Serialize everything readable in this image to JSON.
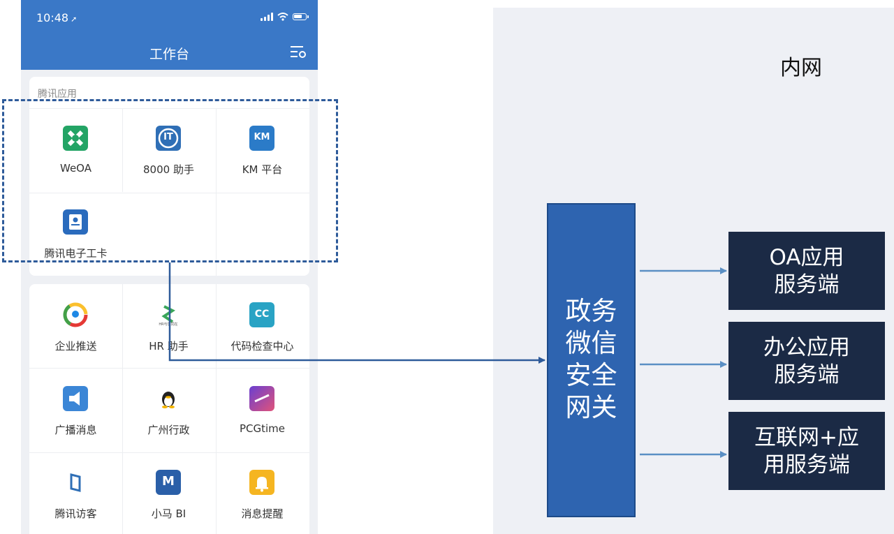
{
  "phone": {
    "status_time": "10:48",
    "title": "工作台",
    "section_title": "腾讯应用",
    "tencent_apps": [
      {
        "label": "WeOA",
        "icon": "weoa-icon"
      },
      {
        "label": "8000 助手",
        "icon": "it-helper-icon"
      },
      {
        "label": "KM 平台",
        "icon": "km-icon"
      },
      {
        "label": "腾讯电子工卡",
        "icon": "work-card-icon"
      }
    ],
    "other_apps": [
      {
        "label": "企业推送",
        "icon": "push-icon"
      },
      {
        "label": "HR 助手",
        "icon": "hr-helper-icon"
      },
      {
        "label": "代码检查中心",
        "icon": "code-check-icon"
      },
      {
        "label": "广播消息",
        "icon": "broadcast-icon"
      },
      {
        "label": "广州行政",
        "icon": "qq-penguin-icon"
      },
      {
        "label": "PCGtime",
        "icon": "pcgtime-icon"
      },
      {
        "label": "腾讯访客",
        "icon": "visitor-icon"
      },
      {
        "label": "小马 BI",
        "icon": "bi-icon"
      },
      {
        "label": "消息提醒",
        "icon": "bell-icon"
      }
    ],
    "icon_texts": {
      "it": "IT",
      "km": "KM",
      "cc": "CC",
      "hr": "HR与您同在",
      "m": "M"
    }
  },
  "diagram": {
    "intranet_label": "内网",
    "gateway_lines": [
      "政务",
      "微信",
      "安全",
      "网关"
    ],
    "servers": [
      {
        "lines": [
          "OA应用",
          "服务端"
        ]
      },
      {
        "lines": [
          "办公应用",
          "服务端"
        ]
      },
      {
        "lines": [
          "互联网+应",
          "用服务端"
        ]
      }
    ]
  },
  "colors": {
    "header_blue": "#3a78c7",
    "gateway_blue": "#2e64b0",
    "server_navy": "#1b2a45",
    "arrow_blue": "#5a8fc4",
    "connector_blue": "#2e5b9a"
  }
}
